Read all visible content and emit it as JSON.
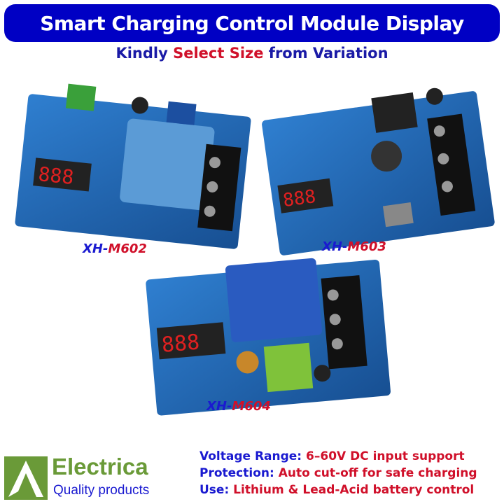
{
  "header": {
    "title": "Smart Charging Control Module Display"
  },
  "subtitle": {
    "part1": "Kindly ",
    "highlight": "Select Size",
    "part2": " from Variation"
  },
  "products": [
    {
      "prefix": "XH-",
      "model": "M602"
    },
    {
      "prefix": "XH-",
      "model": "M603"
    },
    {
      "prefix": "XH-",
      "model": "M604"
    }
  ],
  "brand": {
    "name": "Electrica",
    "tagline": "Quality products"
  },
  "specs": [
    {
      "key": "Voltage Range: ",
      "value": "6–60V DC input support"
    },
    {
      "key": "Protection: ",
      "value": "Auto cut-off for safe charging"
    },
    {
      "key": "Use: ",
      "value": "Lithium & Lead-Acid battery control"
    }
  ],
  "colors": {
    "banner": "#0000c4",
    "blue_text": "#1a1ad0",
    "red_text": "#d0102a",
    "brand_green": "#6a9a38",
    "pcb": "#1f5fa8"
  }
}
